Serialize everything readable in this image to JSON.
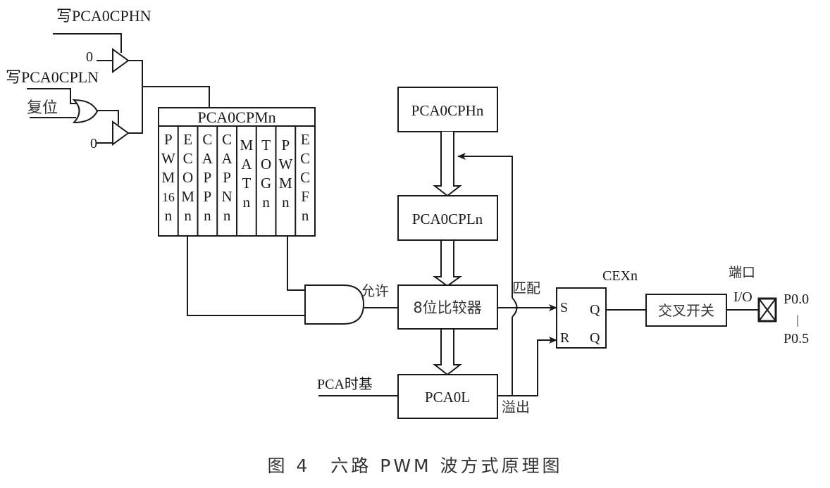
{
  "diagram": {
    "inputs": {
      "write_high": "写PCA0CPHN",
      "write_low": "写PCA0CPLN",
      "reset": "复位",
      "zero_top": "0",
      "zero_bottom": "0"
    },
    "register": {
      "title": "PCA0CPMn",
      "bits": [
        [
          "P",
          "W",
          "M",
          "16",
          "n"
        ],
        [
          "E",
          "C",
          "O",
          "M",
          "n"
        ],
        [
          "C",
          "A",
          "P",
          "P",
          "n"
        ],
        [
          "C",
          "A",
          "P",
          "N",
          "n"
        ],
        [
          "M",
          "A",
          "T",
          "n"
        ],
        [
          "T",
          "O",
          "G",
          "n"
        ],
        [
          "P",
          "W",
          "M",
          "n"
        ],
        [
          "E",
          "C",
          "C",
          "F",
          "n"
        ]
      ]
    },
    "blocks": {
      "cph": "PCA0CPHn",
      "cpl": "PCA0CPLn",
      "comparator": "8位比较器",
      "pca0l": "PCA0L",
      "crossbar": "交叉开关"
    },
    "signals": {
      "enable": "允许",
      "match": "匹配",
      "overflow": "溢出",
      "timebase": "PCA时基",
      "cex": "CEXn",
      "port_label": "端口",
      "io": "I/O",
      "p_first": "P0.0",
      "p_sep": "|",
      "p_last": "P0.5"
    },
    "flipflop": {
      "s": "S",
      "r": "R",
      "q": "Q",
      "qbar": "Q"
    },
    "caption": "图 4　六路 PWM 波方式原理图"
  }
}
